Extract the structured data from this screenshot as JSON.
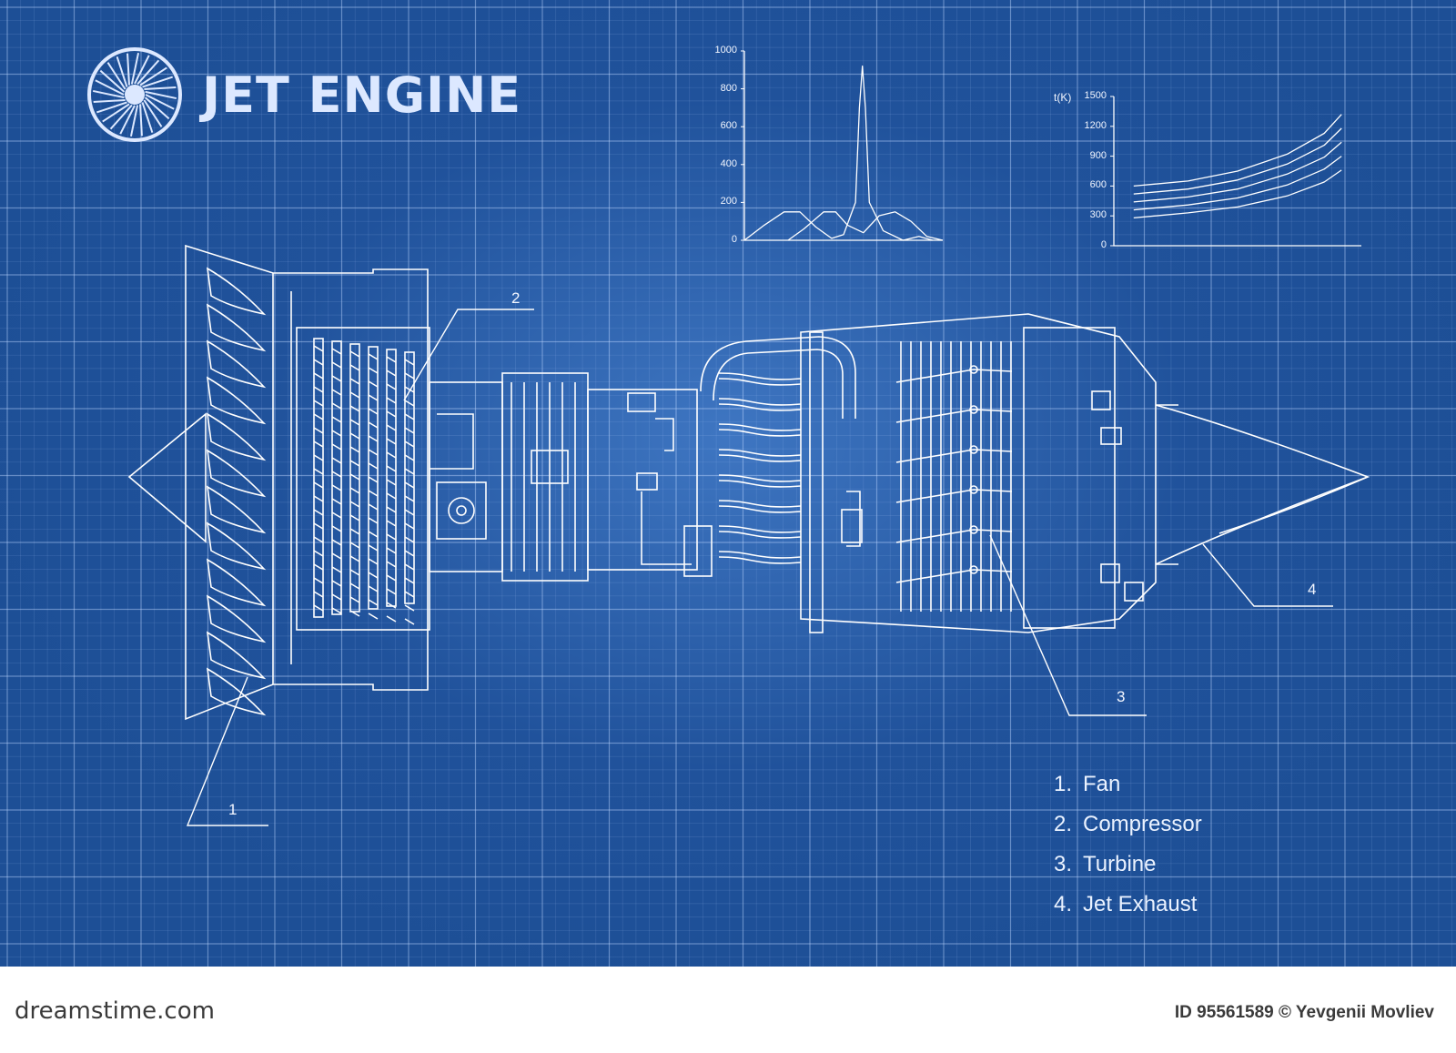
{
  "title": "JET ENGINE",
  "legend": [
    {
      "num": "1.",
      "label": "Fan"
    },
    {
      "num": "2.",
      "label": "Compressor"
    },
    {
      "num": "3.",
      "label": "Turbine"
    },
    {
      "num": "4.",
      "label": "Jet Exhaust"
    }
  ],
  "callouts": [
    "1",
    "2",
    "3",
    "4"
  ],
  "chart_data": [
    {
      "type": "line",
      "title": "",
      "ylabel": "",
      "yticks": [
        "1000",
        "800",
        "600",
        "400",
        "200",
        "0"
      ],
      "ylim": [
        0,
        1000
      ],
      "xlim": [
        0,
        10
      ],
      "series": [
        {
          "values": [
            [
              0,
              0
            ],
            [
              1,
              80
            ],
            [
              2,
              150
            ],
            [
              2.8,
              150
            ],
            [
              3.6,
              70
            ],
            [
              4.4,
              10
            ],
            [
              5,
              30
            ],
            [
              5.6,
              200
            ],
            [
              5.8,
              700
            ],
            [
              5.95,
              920
            ],
            [
              6.1,
              700
            ],
            [
              6.3,
              200
            ],
            [
              7,
              50
            ],
            [
              8,
              0
            ],
            [
              8.8,
              20
            ],
            [
              9.5,
              0
            ]
          ]
        },
        {
          "values": [
            [
              2.2,
              0
            ],
            [
              3,
              60
            ],
            [
              4,
              150
            ],
            [
              4.6,
              150
            ],
            [
              5.2,
              80
            ],
            [
              6,
              40
            ],
            [
              6.8,
              130
            ],
            [
              7.6,
              150
            ],
            [
              8.4,
              100
            ],
            [
              9.2,
              20
            ],
            [
              10,
              0
            ]
          ]
        }
      ]
    },
    {
      "type": "line",
      "title": "",
      "ylabel": "t(K)",
      "yticks": [
        "1500",
        "1200",
        "900",
        "600",
        "300",
        "0"
      ],
      "ylim": [
        0,
        1500
      ],
      "xlim": [
        0,
        10
      ],
      "series": [
        {
          "values": [
            [
              0.8,
              600
            ],
            [
              3,
              650
            ],
            [
              5,
              750
            ],
            [
              7,
              920
            ],
            [
              8.5,
              1130
            ],
            [
              9.2,
              1320
            ]
          ]
        },
        {
          "values": [
            [
              0.8,
              520
            ],
            [
              3,
              570
            ],
            [
              5,
              660
            ],
            [
              7,
              820
            ],
            [
              8.5,
              1010
            ],
            [
              9.2,
              1180
            ]
          ]
        },
        {
          "values": [
            [
              0.8,
              440
            ],
            [
              3,
              490
            ],
            [
              5,
              570
            ],
            [
              7,
              720
            ],
            [
              8.5,
              890
            ],
            [
              9.2,
              1040
            ]
          ]
        },
        {
          "values": [
            [
              0.8,
              360
            ],
            [
              3,
              410
            ],
            [
              5,
              480
            ],
            [
              7,
              610
            ],
            [
              8.5,
              770
            ],
            [
              9.2,
              900
            ]
          ]
        },
        {
          "values": [
            [
              0.8,
              280
            ],
            [
              3,
              330
            ],
            [
              5,
              390
            ],
            [
              7,
              500
            ],
            [
              8.5,
              640
            ],
            [
              9.2,
              760
            ]
          ]
        }
      ]
    }
  ],
  "footer": {
    "brand": "dreamstime.com",
    "credit": "ID 95561589 © Yevgenii Movliev"
  }
}
